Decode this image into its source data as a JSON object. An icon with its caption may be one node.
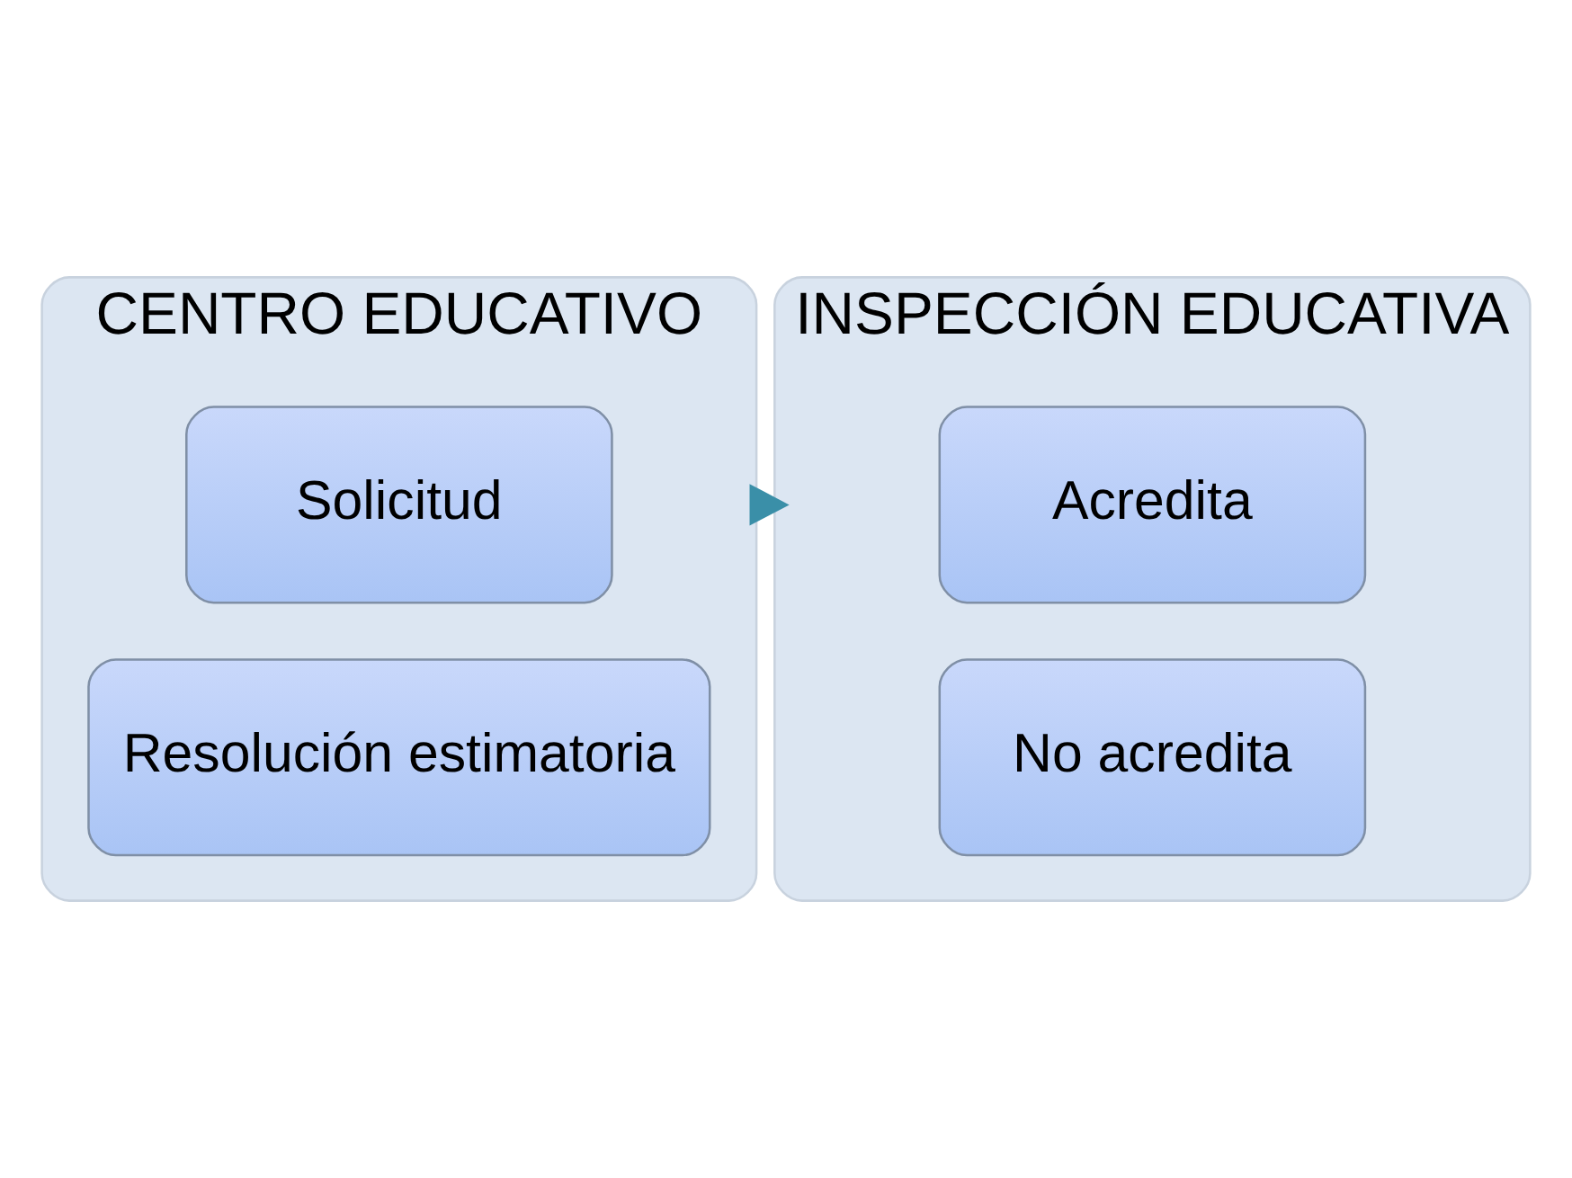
{
  "diagram": {
    "nodes": [
      {
        "text": [
          "CENTRO EDUCATIVO"
        ]
      },
      {
        "text": [
          "Solicitud"
        ],
        "in": 0
      },
      {
        "text": [
          "Resolución estimatoria"
        ],
        "in": 0
      },
      {
        "text": [
          "INSPECCIÓN EDUCATIVA"
        ]
      },
      {
        "text": [
          "Acredita"
        ],
        "in": 3
      },
      {
        "text": [
          "No acredita"
        ],
        "in": 3
      }
    ],
    "edges": [
      {
        "from": 0,
        "to": 3,
        "arrow": "to",
        "style": "thick"
      }
    ]
  }
}
